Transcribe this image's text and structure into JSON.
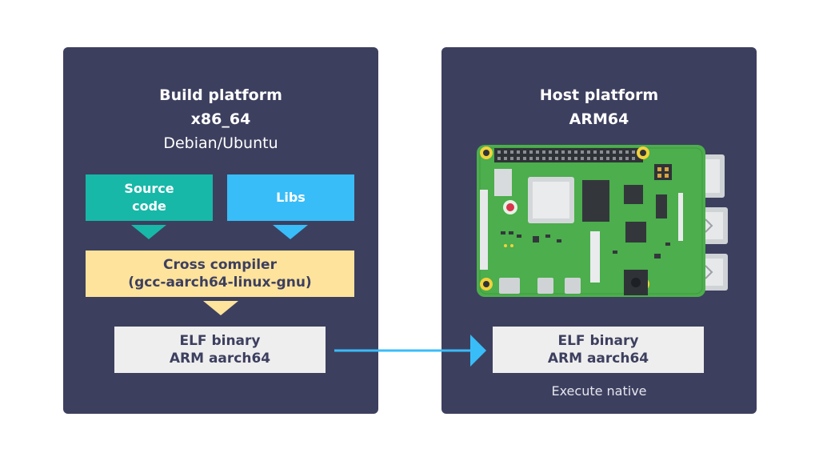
{
  "build": {
    "title": "Build platform",
    "arch": "x86_64",
    "os": "Debian/Ubuntu",
    "source_code": [
      "Source",
      "code"
    ],
    "libs": "Libs",
    "compiler": [
      "Cross compiler",
      "(gcc-aarch64-linux-gnu)"
    ],
    "binary": [
      "ELF binary",
      "ARM aarch64"
    ]
  },
  "host": {
    "title": "Host platform",
    "arch": "ARM64",
    "binary": [
      "ELF binary",
      "ARM aarch64"
    ],
    "note": "Execute native"
  },
  "colors": {
    "panel": "#3d3f5f",
    "source": "#17b8a8",
    "libs": "#38bdf8",
    "compiler": "#fde39b",
    "binary": "#eeeeee",
    "arrow": "#38bdf8",
    "board": "#4cae4c"
  },
  "icons": {
    "board": "raspberry-pi-board-icon",
    "arrow": "arrow-right-icon"
  }
}
